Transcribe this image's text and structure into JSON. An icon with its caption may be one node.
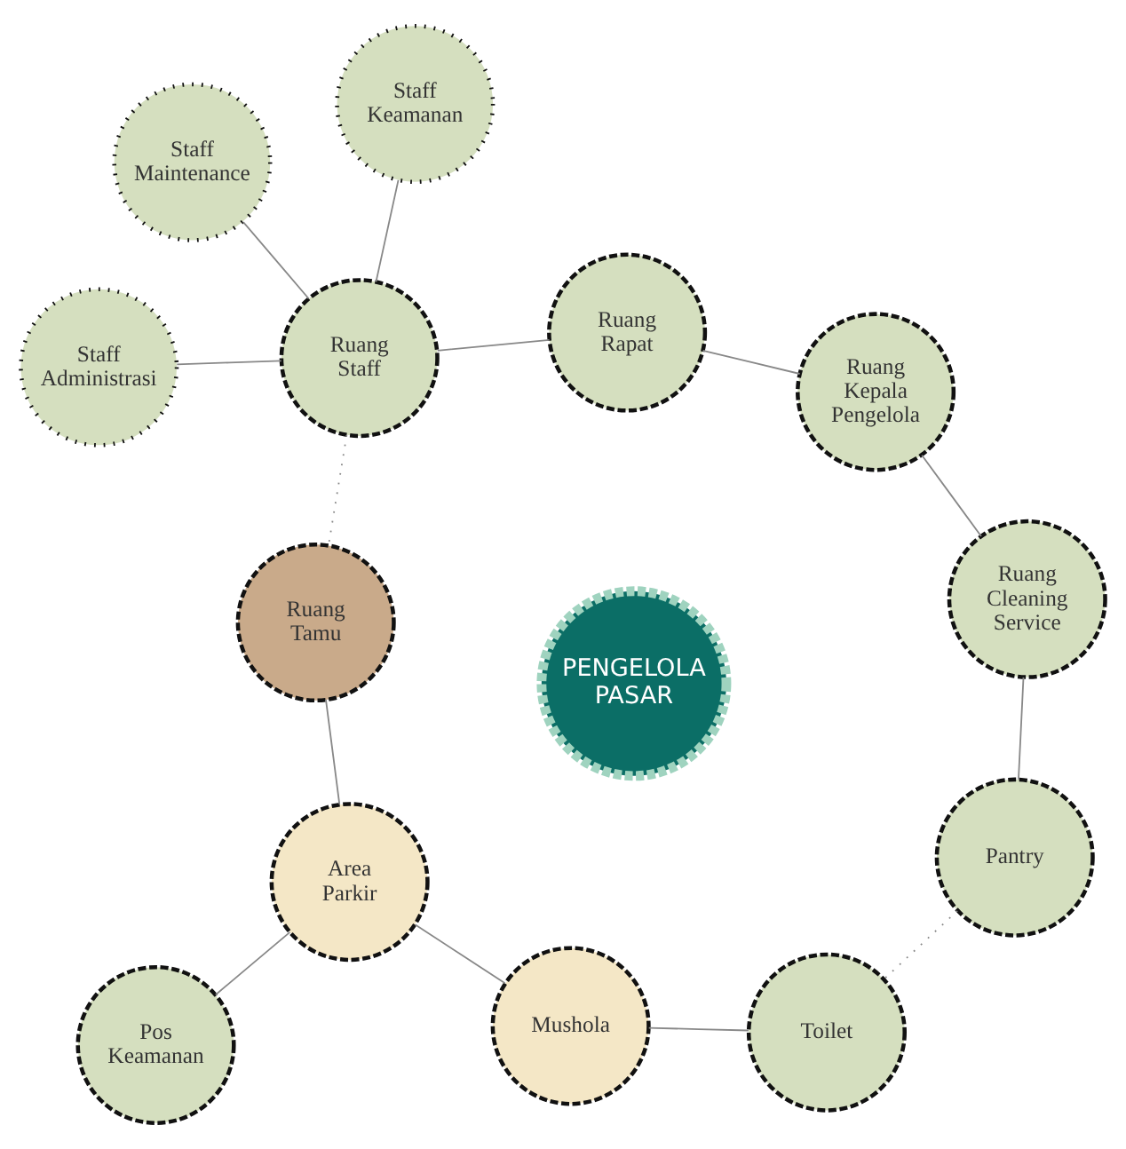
{
  "diagram": {
    "nodes": [
      {
        "text": [
          "Staff Maintenance"
        ]
      },
      {
        "text": [
          "Staff Keamanan"
        ]
      },
      {
        "text": [
          "Staff Administrasi"
        ]
      },
      {
        "text": [
          "Ruang Staff"
        ]
      },
      {
        "text": [
          "Ruang Tamu"
        ]
      },
      {
        "text": [
          "Ruang Rapat"
        ]
      },
      {
        "text": [
          "Pos Keamanan"
        ]
      },
      {
        "text": [
          "Ruang Kepala Pengelola"
        ]
      },
      {
        "text": [
          "Area Parkir"
        ]
      },
      {
        "text": [
          "PENGELOLA PASAR"
        ]
      },
      {
        "text": [
          "Mushola"
        ]
      },
      {
        "text": [
          "Ruang Cleaning Service"
        ]
      },
      {
        "text": [
          "Toilet"
        ]
      },
      {
        "text": [
          "Pantry"
        ]
      }
    ],
    "edges": [
      {
        "from": 1,
        "to": 3,
        "arrow": "none"
      },
      {
        "from": 0,
        "to": 3,
        "arrow": "none"
      },
      {
        "from": 2,
        "to": 3,
        "arrow": "none"
      },
      {
        "from": 3,
        "to": 4,
        "arrow": "none",
        "style": "dashed"
      },
      {
        "from": 3,
        "to": 5,
        "arrow": "none"
      },
      {
        "from": 5,
        "to": 7,
        "arrow": "none"
      },
      {
        "from": 7,
        "to": 11,
        "arrow": "none"
      },
      {
        "from": 11,
        "to": 13,
        "arrow": "none"
      },
      {
        "from": 13,
        "to": 12,
        "arrow": "none",
        "style": "dashed"
      },
      {
        "from": 12,
        "to": 10,
        "arrow": "none"
      },
      {
        "from": 10,
        "to": 8,
        "arrow": "none"
      },
      {
        "from": 8,
        "to": 6,
        "arrow": "none"
      },
      {
        "from": 8,
        "to": 4,
        "arrow": "none"
      }
    ]
  }
}
